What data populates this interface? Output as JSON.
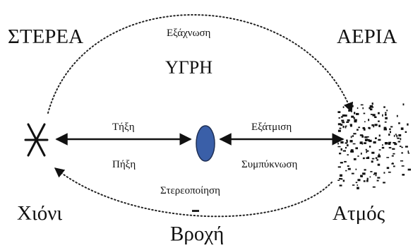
{
  "states": {
    "solid": "ΣΤΕΡΕΑ",
    "gas": "ΑΕΡΙΑ",
    "liquid": "ΥΓΡΗ"
  },
  "processes": {
    "sublimation": "Εξάχνωση",
    "melting": "Τήξη",
    "freezing": "Πήξη",
    "evaporation": "Εξάτμιση",
    "condensation": "Συμπύκνωση",
    "deposition": "Στερεοποίηση"
  },
  "examples": {
    "snow": "Χιόνι",
    "vapor": "Ατμός",
    "rain": "Βροχή"
  },
  "icons": {
    "snow": "snowflake-icon",
    "liquid": "water-drop-icon",
    "vapor": "vapor-cloud-icon"
  },
  "colors": {
    "drop_fill": "#3a5fa8",
    "drop_edge": "#1e2f55",
    "ink": "#111111"
  }
}
